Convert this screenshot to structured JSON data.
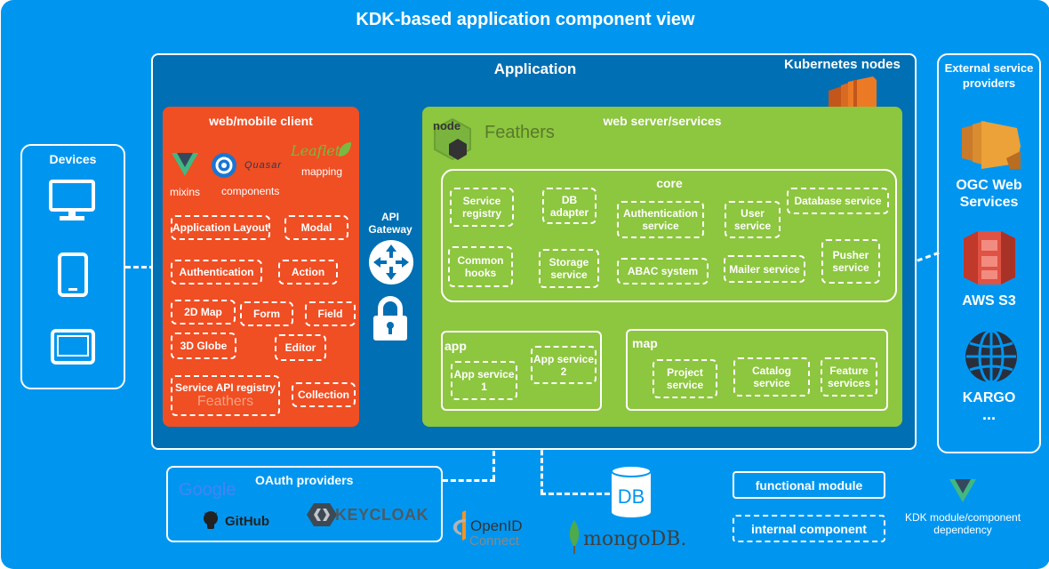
{
  "title": "KDK-based application component view",
  "devices": {
    "title": "Devices",
    "icons": [
      "monitor-icon",
      "tablet-icon",
      "laptop-icon"
    ]
  },
  "application": {
    "title": "Application",
    "kubernetes": "Kubernetes nodes"
  },
  "client": {
    "title": "web/mobile client",
    "libs": {
      "mixins": "mixins",
      "components": "components",
      "quasar": "Quasar",
      "leaflet": "Leaflet",
      "mapping": "mapping"
    },
    "modules": {
      "app_layout": "Application Layout",
      "modal": "Modal",
      "authentication": "Authentication",
      "action": "Action",
      "map2d": "2D Map",
      "form": "Form",
      "field": "Field",
      "globe3d": "3D Globe",
      "editor": "Editor",
      "service_api": "Service API registry",
      "feathers": "Feathers",
      "collection": "Collection"
    }
  },
  "gateway": {
    "label": "API Gateway"
  },
  "server": {
    "title": "web server/services",
    "node": "node",
    "feathers": "Feathers",
    "core": {
      "title": "core",
      "service_registry": "Service registry",
      "db_adapter": "DB adapter",
      "auth_service": "Authentication service",
      "user_service": "User service",
      "database_service": "Database service",
      "common_hooks": "Common hooks",
      "storage_service": "Storage service",
      "abac": "ABAC system",
      "mailer": "Mailer service",
      "pusher": "Pusher service"
    },
    "app": {
      "title": "app",
      "service1": "App service 1",
      "service2": "App service 2"
    },
    "map": {
      "title": "map",
      "project": "Project service",
      "catalog": "Catalog service",
      "feature": "Feature services"
    }
  },
  "external": {
    "title": "External service providers",
    "ogc": "OGC Web Services",
    "s3": "AWS S3",
    "kargo": "KARGO",
    "more": "..."
  },
  "oauth": {
    "title": "OAuth providers",
    "google": "Google",
    "github": "GitHub",
    "keycloak": "KEYCLOAK",
    "openid": "OpenID",
    "connect": "Connect"
  },
  "db": {
    "label": "DB",
    "mongo": "mongoDB."
  },
  "legend": {
    "functional": "functional module",
    "internal": "internal component",
    "dependency": "KDK module/component dependency"
  },
  "colors": {
    "background": "#0096f0",
    "application": "#006fb3",
    "client": "#f04e23",
    "server": "#8dc63f",
    "aws": "#ec7a25"
  }
}
